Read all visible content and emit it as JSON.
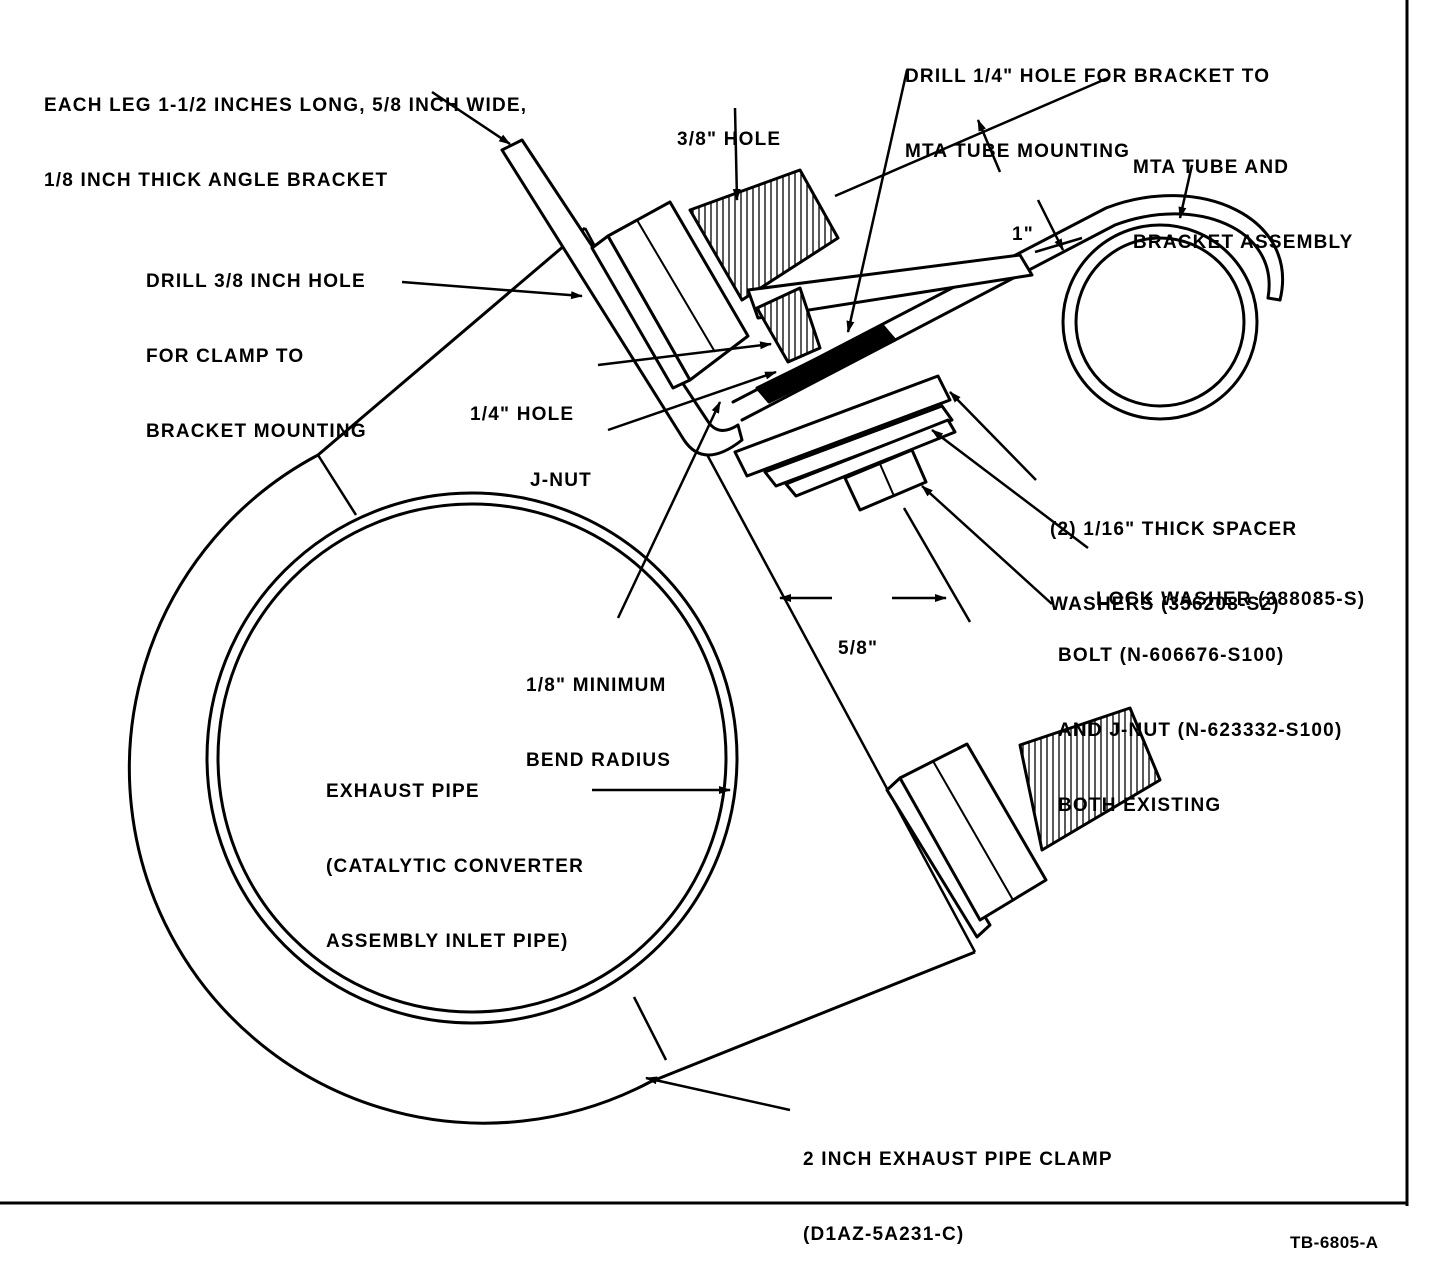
{
  "labels": {
    "angle_bracket": [
      "EACH LEG 1-1/2 INCHES LONG, 5/8 INCH WIDE,",
      "1/8 INCH THICK ANGLE BRACKET"
    ],
    "drill_quarter": [
      "DRILL 1/4\" HOLE FOR BRACKET TO",
      "MTA TUBE MOUNTING"
    ],
    "three_eighths_hole": "3/8\" HOLE",
    "mta_tube": [
      "MTA TUBE AND",
      "BRACKET ASSEMBLY"
    ],
    "drill_three_eighths": [
      "DRILL 3/8 INCH HOLE",
      "FOR CLAMP TO",
      "BRACKET MOUNTING"
    ],
    "one_inch": "1\"",
    "quarter_hole": "1/4\" HOLE",
    "j_nut": "J-NUT",
    "spacer_washers": [
      "(2) 1/16\" THICK SPACER",
      "WASHERS (356208-S2)"
    ],
    "lock_washer": "LOCK WASHER (388085-S)",
    "bolt": [
      "BOLT (N-606676-S100)",
      "AND J-NUT (N-623332-S100)",
      "BOTH EXISTING"
    ],
    "five_eighths": "5/8\"",
    "bend_radius": [
      "1/8\" MINIMUM",
      "BEND RADIUS"
    ],
    "exhaust_pipe": [
      "EXHAUST PIPE",
      "(CATALYTIC CONVERTER",
      "ASSEMBLY INLET PIPE)"
    ],
    "clamp": [
      "2 INCH EXHAUST PIPE CLAMP",
      "(D1AZ-5A231-C)"
    ],
    "figure_id": "TB-6805-A"
  }
}
